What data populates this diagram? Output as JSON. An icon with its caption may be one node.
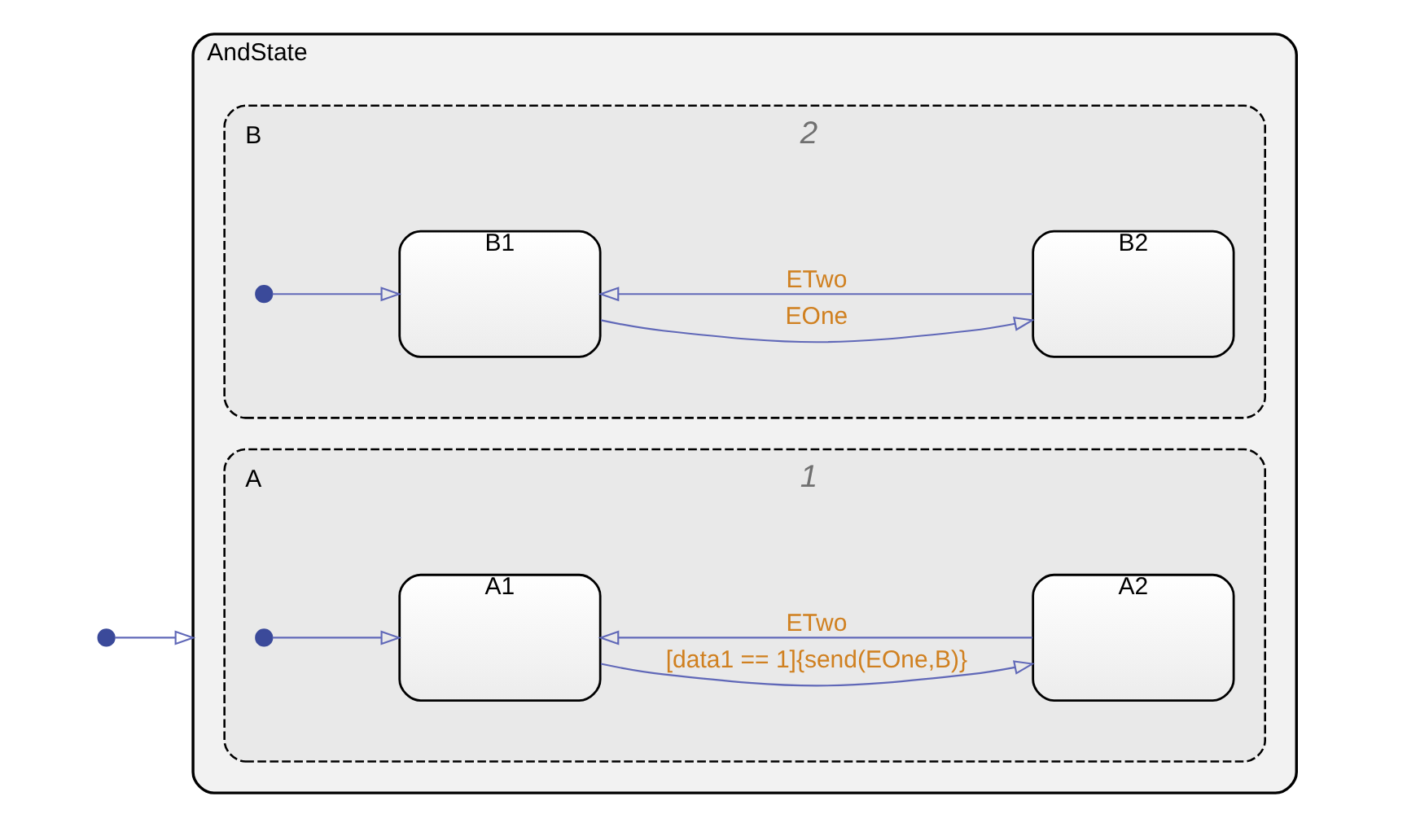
{
  "diagram": {
    "nodes": [
      {
        "text": [],
        "shape": "circle"
      },
      {
        "text": [
          "AndState"
        ]
      },
      {
        "text": [
          "A"
        ],
        "beside": [
          "1"
        ],
        "in": 1
      },
      {
        "text": [],
        "shape": "circle",
        "in": 2
      },
      {
        "text": [
          "A1"
        ],
        "in": 2
      },
      {
        "text": [
          "A2"
        ],
        "in": 2
      },
      {
        "text": [
          "B"
        ],
        "beside": [
          "2"
        ],
        "in": 1
      },
      {
        "text": [],
        "shape": "circle",
        "in": 6
      },
      {
        "text": [
          "B1"
        ],
        "in": 6
      },
      {
        "text": [
          "B2"
        ],
        "in": 6
      }
    ],
    "edges": [
      {
        "from": 0,
        "to": 1,
        "arrow": "to"
      },
      {
        "from": 3,
        "to": 4,
        "arrow": "to"
      },
      {
        "from": 4,
        "to": 5,
        "arrow": "to",
        "label": "[data1 == 1]{send(EOne,B)}"
      },
      {
        "from": 5,
        "to": 4,
        "arrow": "to",
        "label": "ETwo"
      },
      {
        "from": 7,
        "to": 8,
        "arrow": "to"
      },
      {
        "from": 8,
        "to": 9,
        "arrow": "to",
        "label": "EOne"
      },
      {
        "from": 9,
        "to": 8,
        "arrow": "to",
        "label": "ETwo"
      }
    ]
  }
}
